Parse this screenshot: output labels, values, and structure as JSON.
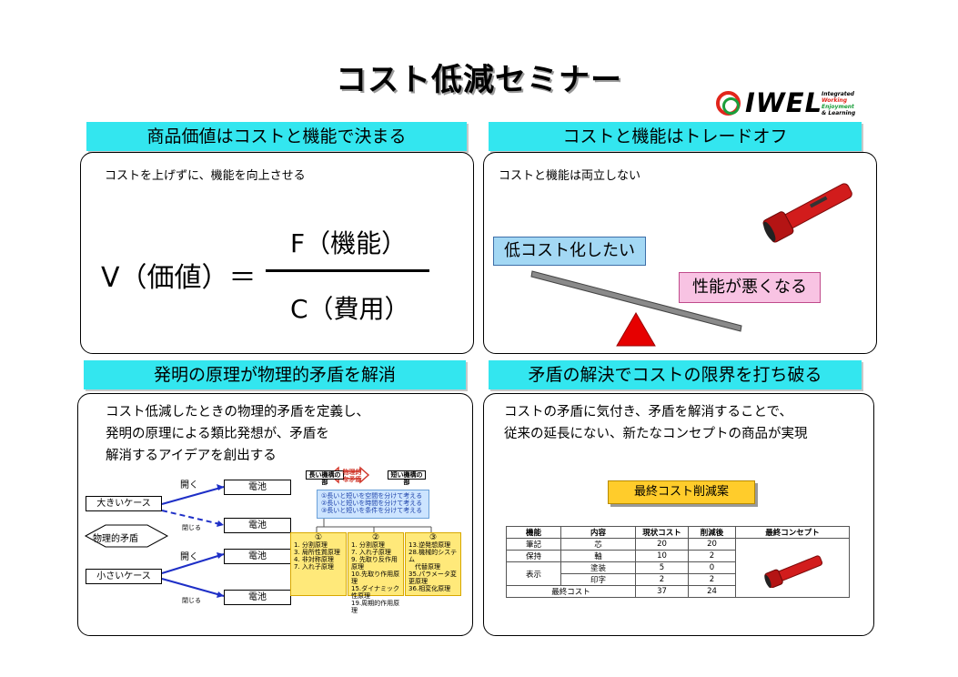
{
  "title": "コスト低減セミナー",
  "logo": {
    "word": "IWEL",
    "tag": [
      "Integrated",
      "Working",
      "Enjoyment",
      "& Learning"
    ]
  },
  "q1": {
    "header": "商品価値はコストと機能で決まる",
    "subtitle": "コストを上げずに、機能を向上させる",
    "lhs": "V（価値）＝",
    "numerator": "F（機能）",
    "denominator": "C（費用）"
  },
  "q2": {
    "header": "コストと機能はトレードオフ",
    "subtitle": "コストと機能は両立しない",
    "left_label": "低コスト化したい",
    "right_label": "性能が悪くなる"
  },
  "q3": {
    "header": "発明の原理が物理的矛盾を解消",
    "lines": [
      "コスト低減したときの物理的矛盾を定義し、",
      "発明の原理による類比発想が、矛盾を",
      "解消するアイデアを創出する"
    ],
    "big_case": "大きいケース",
    "small_case": "小さいケース",
    "contradiction": "物理的矛盾",
    "open": "開く",
    "close": "閉じる",
    "battery": "電池",
    "top_left": "長い機構の部",
    "top_mid": "物理的な矛盾",
    "top_right": "短い機構の部",
    "separations": [
      "①長いと短いを空間を分けて考える",
      "②長いと短いを時間を分けて考える",
      "③長いと短いを条件を分けて考える"
    ],
    "cols": [
      {
        "num": "①",
        "items": [
          "1. 分割原理",
          "3. 局所性質原理",
          "4. 非対称原理",
          "7. 入れ子原理"
        ]
      },
      {
        "num": "②",
        "items": [
          "1. 分割原理",
          "7. 入れ子原理",
          "9. 先取り反作用原理",
          "10.先取り作用原理",
          "15.ダイナミック性原理",
          "19.周期的作用原理"
        ]
      },
      {
        "num": "③",
        "items": [
          "13.逆発想原理",
          "28.機械的システム",
          "　代替原理",
          "35.パラメータ変更原理",
          "36.相変化原理"
        ]
      }
    ]
  },
  "q4": {
    "header": "矛盾の解決でコストの限界を打ち破る",
    "lines": [
      "コストの矛盾に気付き、矛盾を解消することで、",
      "従来の延長にない、新たなコンセプトの商品が実現"
    ],
    "plan_label": "最終コスト削減案",
    "table": {
      "headers": [
        "機能",
        "内容",
        "現状コスト",
        "削減後",
        "最終コンセプト"
      ],
      "rows": [
        [
          "筆記",
          "芯",
          "20",
          "20"
        ],
        [
          "保持",
          "軸",
          "10",
          "2"
        ],
        [
          "表示",
          "塗装",
          "5",
          "0"
        ],
        [
          "",
          "印字",
          "2",
          "2"
        ]
      ],
      "total_label": "最終コスト",
      "total": [
        "37",
        "24"
      ]
    }
  }
}
